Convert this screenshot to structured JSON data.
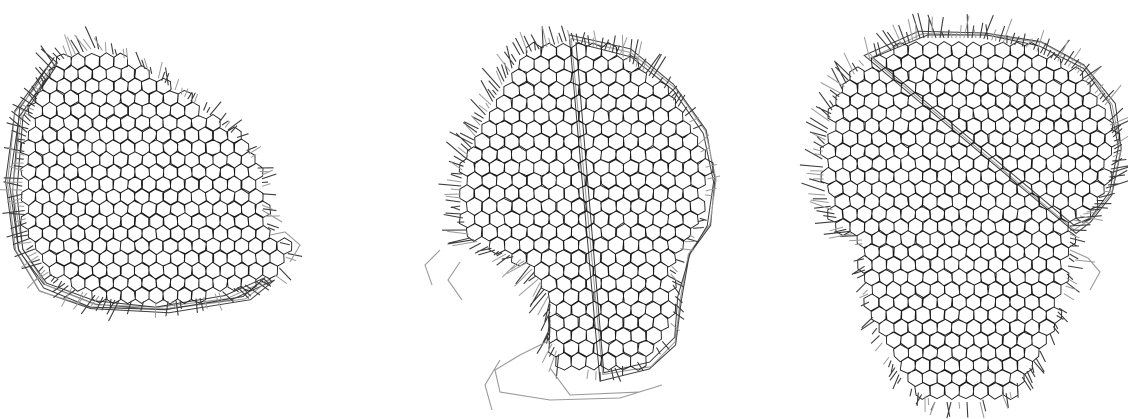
{
  "figure": {
    "background": "#ffffff",
    "mesh_color": "#1a1a1a",
    "spine_color": "#3c3c3c",
    "faint_color": "#9a9a9a",
    "panels": [
      {
        "label": "",
        "shape": "cap-tilted-left",
        "spine_directions": "outward-left-and-top"
      },
      {
        "label": "",
        "shape": "cap-with-lower-neck",
        "spine_directions": "outward-left-and-top"
      },
      {
        "label": "",
        "shape": "mushroom-bulb-front",
        "spine_directions": "outward-all-around"
      }
    ]
  }
}
